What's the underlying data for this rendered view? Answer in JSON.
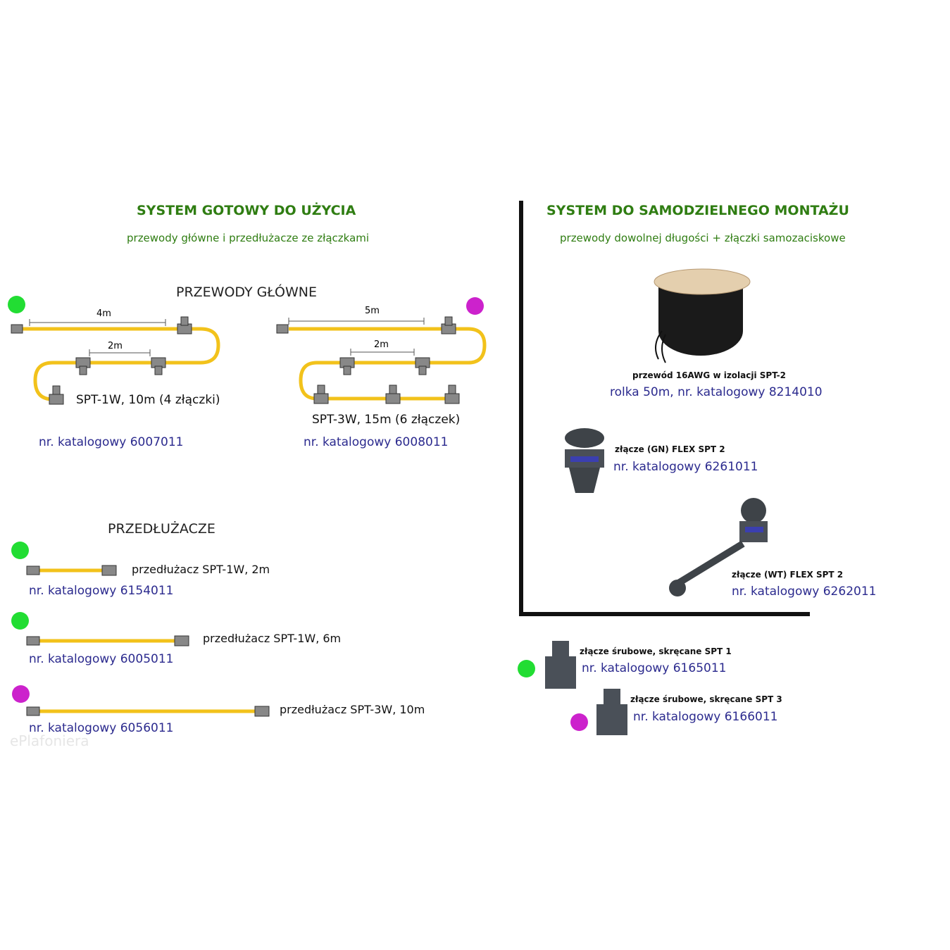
{
  "colors": {
    "green_dot": "#22dd33",
    "magenta_dot": "#cc22cc",
    "cable": "#f2c21b",
    "title_green": "#2f7d12",
    "catalog_blue": "#2b2a8e"
  },
  "left": {
    "title": "SYSTEM GOTOWY DO UŻYCIA",
    "subtitle": "przewody główne i przedłużacze ze złączkami",
    "main_heading": "PRZEWODY GŁÓWNE",
    "main_cables": [
      {
        "dim_long": "4m",
        "dim_short": "2m",
        "name": "SPT-1W, 10m (4 złączki)",
        "catalog": "nr. katalogowy  6007011"
      },
      {
        "dim_long": "5m",
        "dim_short": "2m",
        "name": "SPT-3W, 15m (6 złączek)",
        "catalog": "nr. katalogowy 6008011"
      }
    ],
    "ext_heading": "PRZEDŁUŻACZE",
    "extensions": [
      {
        "name": "przedłużacz SPT-1W, 2m",
        "catalog": "nr. katalogowy 6154011"
      },
      {
        "name": "przedłużacz SPT-1W, 6m",
        "catalog": "nr. katalogowy 6005011"
      },
      {
        "name": "przedłużacz SPT-3W, 10m",
        "catalog": "nr. katalogowy 6056011"
      }
    ],
    "watermark": "ePlafoniera"
  },
  "right": {
    "title": "SYSTEM DO SAMODZIELNEGO MONTAŻU",
    "subtitle": "przewody dowolnej długości + złączki samozaciskowe",
    "reel": {
      "name": "przewód 16AWG  w izolacji SPT-2",
      "catalog": "rolka 50m, nr. katalogowy  8214010"
    },
    "gn": {
      "name": "złącze (GN) FLEX SPT 2",
      "catalog": "nr. katalogowy  6261011"
    },
    "wt": {
      "name": "złącze (WT) FLEX SPT 2",
      "catalog": "nr. katalogowy  6262011"
    },
    "screw1": {
      "name": "złącze śrubowe, skręcane SPT 1",
      "catalog": "nr. katalogowy  6165011"
    },
    "screw3": {
      "name": "złącze śrubowe, skręcane SPT 3",
      "catalog": "nr. katalogowy  6166011"
    }
  }
}
